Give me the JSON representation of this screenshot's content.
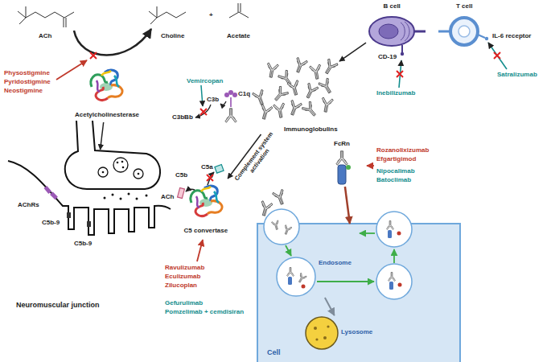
{
  "diagram": {
    "nodes": [
      {
        "text": [
          "Acetylcholinesterase"
        ]
      },
      {
        "text": [
          "Neuromuscular junction"
        ]
      },
      {
        "text": [
          "B cell"
        ]
      },
      {
        "text": [
          "T cell"
        ]
      },
      {
        "text": [
          "Immunoglobulins"
        ]
      },
      {
        "text": [
          "C5 convertase"
        ]
      },
      {
        "text": [
          "FcRn"
        ]
      },
      {
        "text": [
          "Cell"
        ]
      },
      {
        "text": [
          "Endosome"
        ],
        "in": 7
      },
      {
        "text": [
          "Lysosome"
        ],
        "in": 7
      }
    ],
    "edges": [
      {
        "from": 0,
        "to": 1,
        "arrow": "to"
      },
      {
        "from": 2,
        "to": 4,
        "arrow": "to"
      },
      {
        "from": 4,
        "to": 5,
        "label": "Complement system activation",
        "arrow": "to"
      },
      {
        "from": 6,
        "to": 7,
        "arrow": "to"
      },
      {
        "from": 8,
        "to": 9,
        "arrow": "to"
      }
    ],
    "labels": [
      "ACh",
      "Choline",
      "+",
      "Acetate",
      "Physostigmine",
      "Pyridostigmine",
      "Neostigmine",
      "AChRs",
      "C5b-9",
      "C5b-9",
      "ACh",
      "CD-19",
      "IL-6 receptor",
      "Inebilizumab",
      "Satralizumab",
      "Vemircopan",
      "C3b",
      "C3bBb",
      "C1q",
      "C5a",
      "C5b",
      "Ravulizumab",
      "Eculizumab",
      "Zilucoplan",
      "Gefurulimab",
      "Pomzelimab + cemdisiran",
      "Rozanolixizumab",
      "Efgartigimod",
      "Nipocalimab",
      "Batoclimab"
    ]
  }
}
